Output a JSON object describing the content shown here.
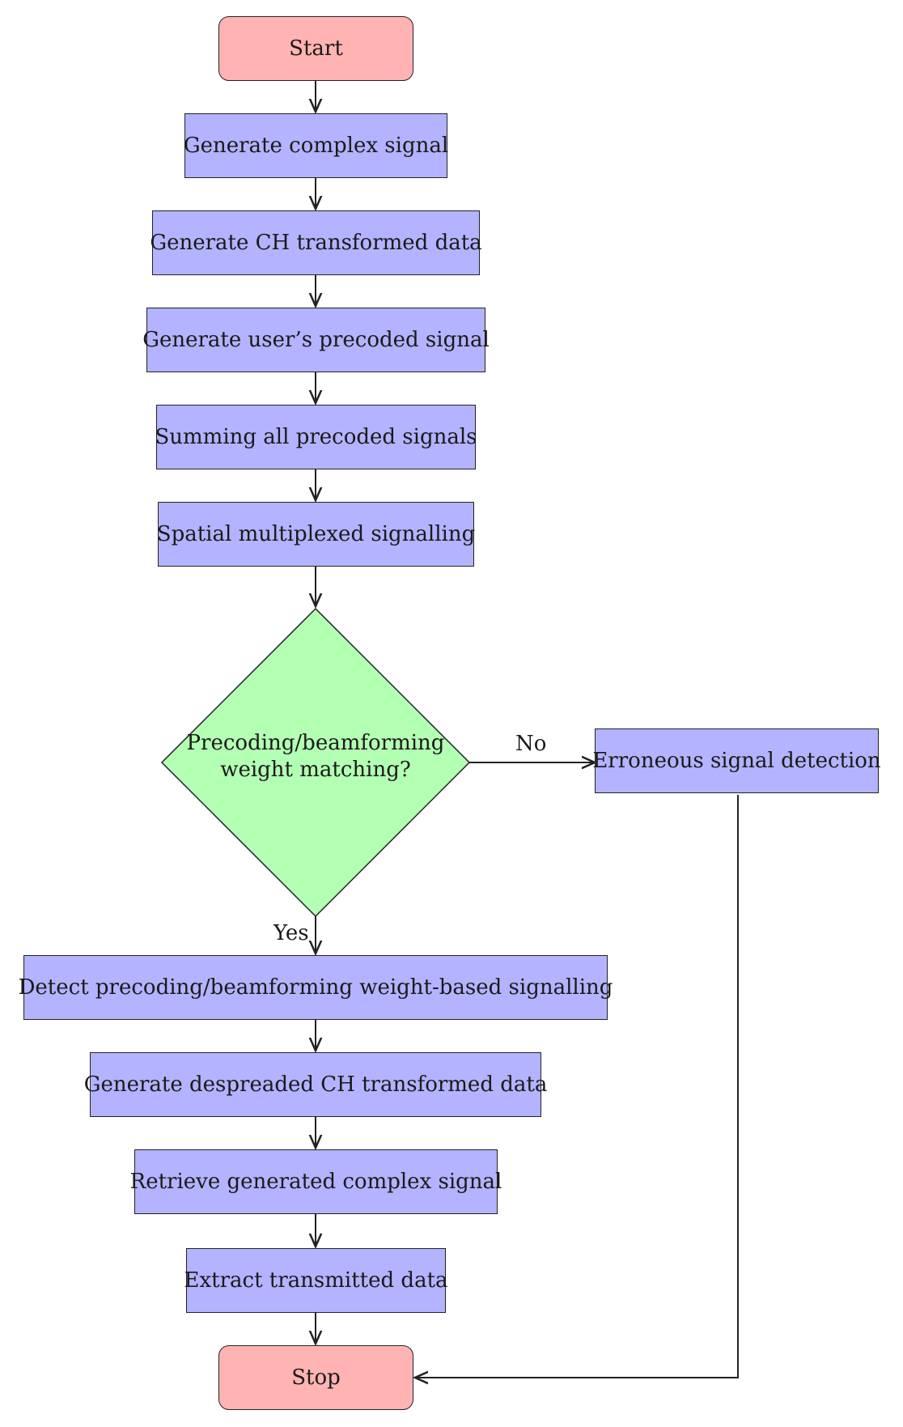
{
  "diagram": {
    "start": "Start",
    "steps": [
      "Generate complex signal",
      "Generate CH transformed data",
      "Generate user’s precoded signal",
      "Summing all precoded signals",
      "Spatial multiplexed signalling"
    ],
    "decision": {
      "line1": "Precoding/beamforming",
      "line2": "weight matching?"
    },
    "no_label": "No",
    "yes_label": "Yes",
    "no_branch": "Erroneous signal detection",
    "yes_steps": [
      "Detect precoding/beamforming weight-based signalling",
      "Generate despreaded CH transformed data",
      "Retrieve generated complex signal",
      "Extract transmitted data"
    ],
    "stop": "Stop",
    "colors": {
      "terminal": "#ffb3b3",
      "process": "#b3b3ff",
      "decision": "#b3ffb3",
      "stroke": "#222222"
    }
  }
}
